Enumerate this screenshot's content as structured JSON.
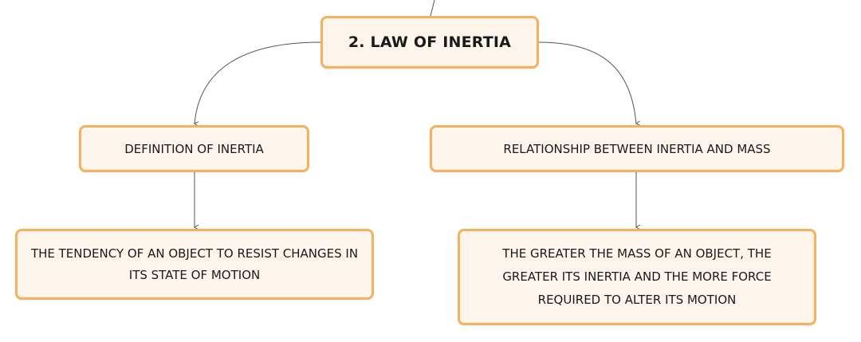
{
  "diagram": {
    "root": {
      "label": "2. LAW OF INERTIA"
    },
    "branches": [
      {
        "label": "DEFINITION OF INERTIA",
        "detail": "THE TENDENCY OF AN OBJECT TO RESIST CHANGES IN ITS STATE OF MOTION"
      },
      {
        "label": "RELATIONSHIP BETWEEN INERTIA AND MASS",
        "detail": "THE GREATER THE MASS OF AN OBJECT, THE GREATER ITS INERTIA AND THE MORE FORCE REQUIRED TO ALTER ITS MOTION"
      }
    ]
  },
  "colors": {
    "node_fill": "#fdf4ec",
    "node_border": "#f2b25e",
    "connector": "#555555"
  }
}
